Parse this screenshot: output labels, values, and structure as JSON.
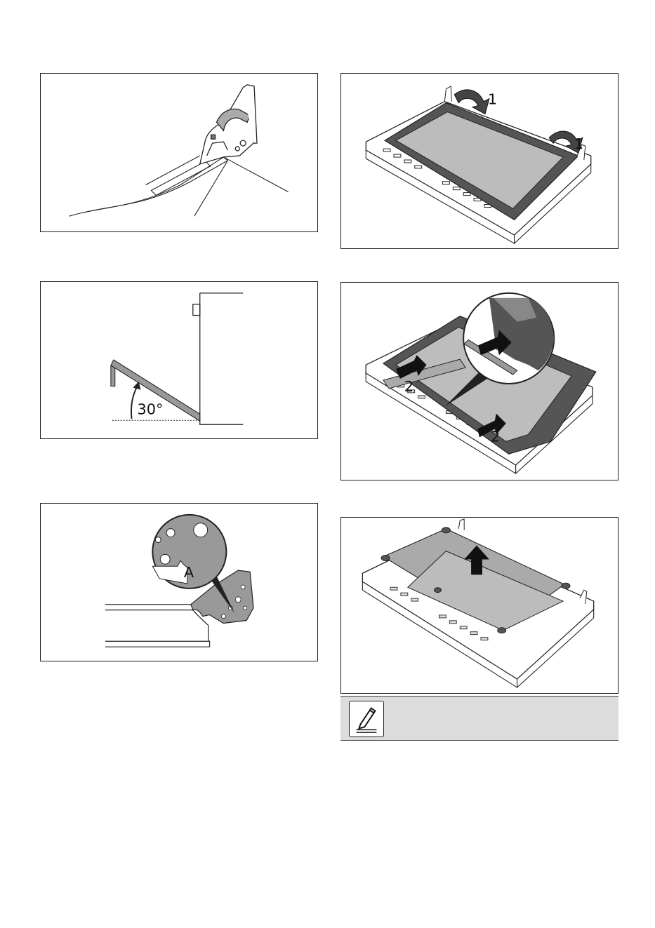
{
  "figures": {
    "tilt": {
      "angle_label": "30°"
    },
    "hinge": {
      "detail_label": "A"
    },
    "remove_cover": {
      "step_label": "1"
    },
    "slide_panel": {
      "step_label": "2"
    }
  },
  "note": {
    "icon": "pencil-note-icon"
  }
}
